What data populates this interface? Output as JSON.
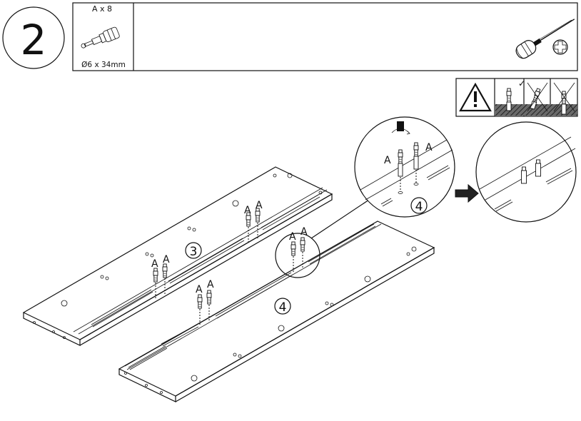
{
  "step": {
    "number": "2"
  },
  "parts_box": {
    "quantity_label": "A x 8",
    "dimension_label": "Ø6 x 34mm",
    "tool": "screwdriver-icon",
    "tool_head": "phillips-head-icon"
  },
  "warning": {
    "icon": "warning-triangle-icon",
    "correct_mark": "✓",
    "wrong_mark": "✗"
  },
  "panels": {
    "upper_panel_label": "3",
    "lower_panel_label": "4"
  },
  "detail": {
    "circle_label": "4",
    "fitting_letter": "A",
    "arrow": "right-arrow-icon"
  },
  "colors": {
    "line": "#111111",
    "background": "#ffffff",
    "hatch": "#555555"
  }
}
